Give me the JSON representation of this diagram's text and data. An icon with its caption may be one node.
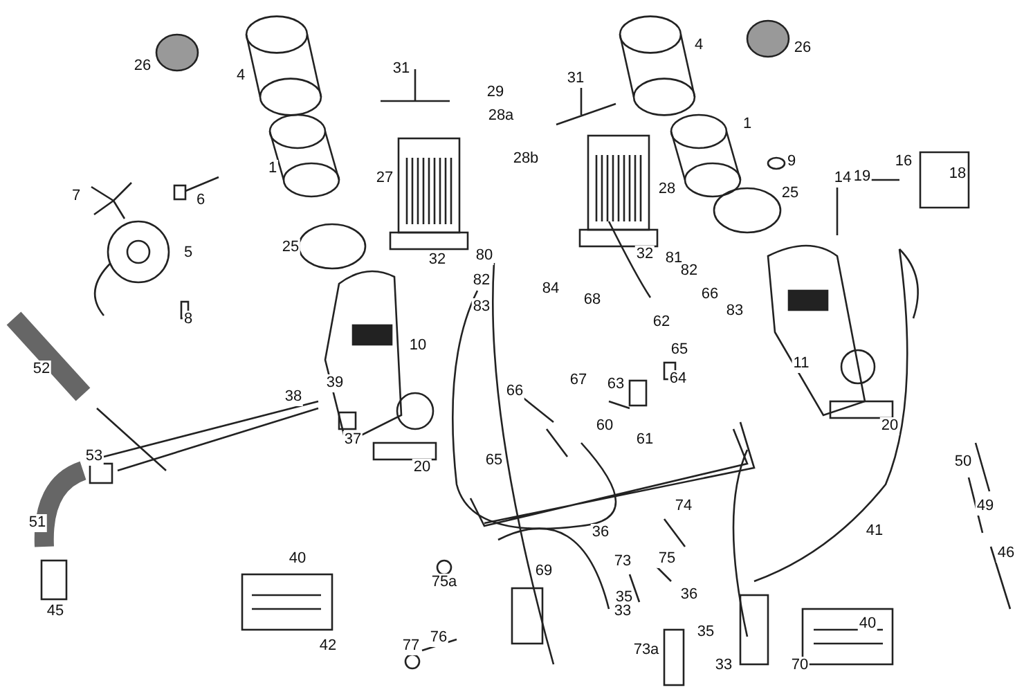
{
  "diagram": {
    "labels": [
      "4",
      "26",
      "26",
      "31",
      "4",
      "31",
      "29",
      "28a",
      "1",
      "28b",
      "9",
      "16",
      "1",
      "18",
      "19",
      "14",
      "27",
      "28",
      "25",
      "7",
      "6",
      "25",
      "5",
      "32",
      "80",
      "81",
      "32",
      "82",
      "82",
      "84",
      "66",
      "68",
      "83",
      "83",
      "8",
      "62",
      "10",
      "65",
      "11",
      "52",
      "67",
      "39",
      "64",
      "63",
      "66",
      "38",
      "20",
      "60",
      "37",
      "61",
      "53",
      "65",
      "50",
      "20",
      "74",
      "49",
      "51",
      "36",
      "41",
      "46",
      "40",
      "75",
      "73",
      "69",
      "75a",
      "36",
      "35",
      "33",
      "45",
      "40",
      "35",
      "76",
      "42",
      "77",
      "73a",
      "70",
      "33"
    ]
  }
}
